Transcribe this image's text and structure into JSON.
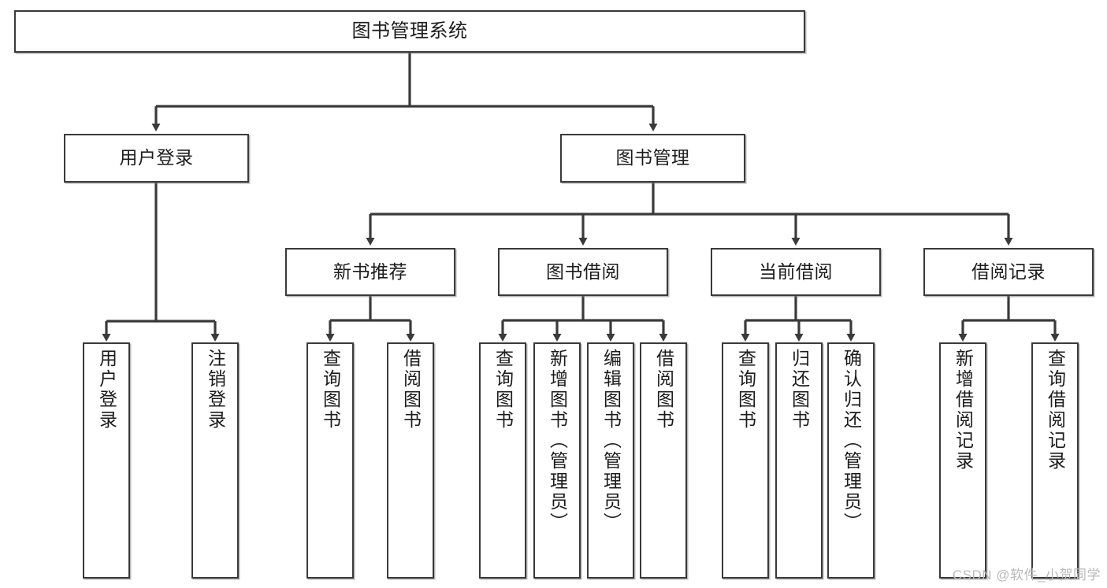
{
  "diagram": {
    "title": "图书管理系统",
    "watermark": "CSDN @软件_小贺同学",
    "accent_color": "#3a3a3a",
    "background_color": "#ffffff",
    "level2": [
      {
        "id": "user-login",
        "label": "用户登录"
      },
      {
        "id": "book-management",
        "label": "图书管理"
      }
    ],
    "level3": [
      {
        "id": "new-book-recommend",
        "label": "新书推荐"
      },
      {
        "id": "book-borrow",
        "label": "图书借阅"
      },
      {
        "id": "current-borrow",
        "label": "当前借阅"
      },
      {
        "id": "borrow-record",
        "label": "借阅记录"
      }
    ],
    "leaves": {
      "user_login": [
        {
          "id": "leaf-user-login",
          "label": "用户登录"
        },
        {
          "id": "leaf-logout-login",
          "label": "注销登录"
        }
      ],
      "new_book_recommend": [
        {
          "id": "leaf-query-book-1",
          "label": "查询图书"
        },
        {
          "id": "leaf-borrow-book-1",
          "label": "借阅图书"
        }
      ],
      "book_borrow": [
        {
          "id": "leaf-query-book-2",
          "label": "查询图书"
        },
        {
          "id": "leaf-add-book",
          "label": "新增图书（管理员）"
        },
        {
          "id": "leaf-edit-book",
          "label": "编辑图书（管理员）"
        },
        {
          "id": "leaf-borrow-book-2",
          "label": "借阅图书"
        }
      ],
      "current_borrow": [
        {
          "id": "leaf-query-book-3",
          "label": "查询图书"
        },
        {
          "id": "leaf-return-book",
          "label": "归还图书"
        },
        {
          "id": "leaf-confirm-return",
          "label": "确认归还（管理员）"
        }
      ],
      "borrow_record": [
        {
          "id": "leaf-add-record",
          "label": "新增借阅记录"
        },
        {
          "id": "leaf-query-record",
          "label": "查询借阅记录"
        }
      ]
    }
  }
}
